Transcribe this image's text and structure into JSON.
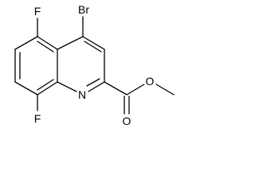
{
  "molecule": {
    "atoms": {
      "br": "Br",
      "f5": "F",
      "f8": "F",
      "n1": "N",
      "o_carbonyl": "O",
      "o_ester": "O"
    },
    "colors": {
      "ink": "#000000",
      "background": "#ffffff"
    }
  }
}
